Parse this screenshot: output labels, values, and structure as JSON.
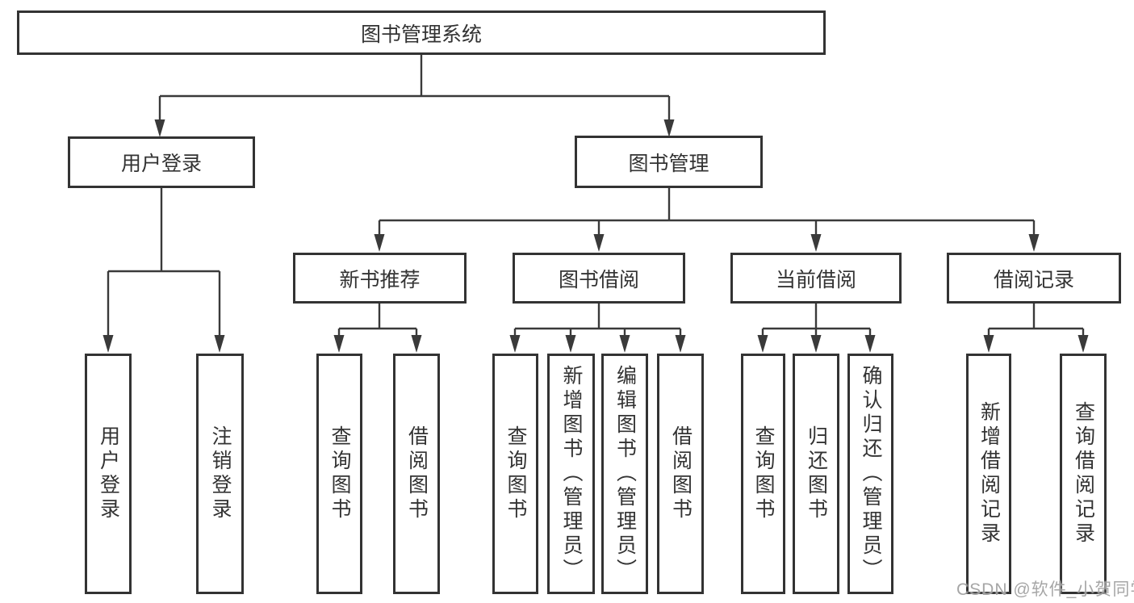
{
  "tree": {
    "root": "图书管理系统",
    "user_login": {
      "label": "用户登录",
      "children": [
        "用户登录",
        "注销登录"
      ]
    },
    "book_management": {
      "label": "图书管理",
      "sections": [
        {
          "label": "新书推荐",
          "children": [
            "查询图书",
            "借阅图书"
          ]
        },
        {
          "label": "图书借阅",
          "children": [
            "查询图书",
            "新增图书（管理员）",
            "编辑图书（管理员）",
            "借阅图书"
          ]
        },
        {
          "label": "当前借阅",
          "children": [
            "查询图书",
            "归还图书",
            "确认归还（管理员）"
          ]
        },
        {
          "label": "借阅记录",
          "children": [
            "新增借阅记录",
            "查询借阅记录"
          ]
        }
      ]
    }
  },
  "watermark": "CSDN @软件_小贺同学"
}
